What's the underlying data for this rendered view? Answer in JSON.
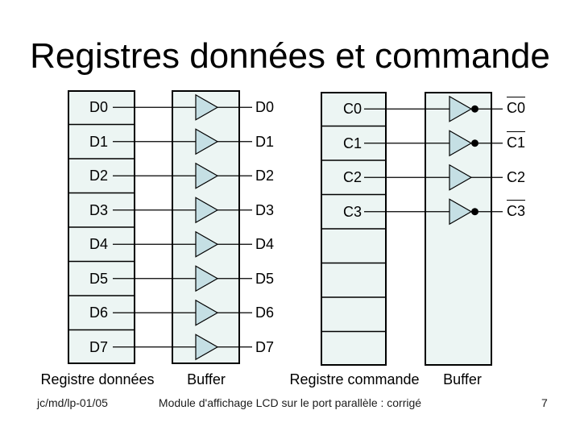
{
  "title": "Registres données et commande",
  "colors": {
    "background": "#ffffff",
    "box_fill": "#ecf5f3",
    "triangle_fill": "#c5dfe4",
    "line": "#000000"
  },
  "data_register": {
    "label": "Registre données",
    "buffer_label": "Buffer",
    "rows": [
      {
        "label": "D0",
        "output": "D0",
        "inverted": false
      },
      {
        "label": "D1",
        "output": "D1",
        "inverted": false
      },
      {
        "label": "D2",
        "output": "D2",
        "inverted": false
      },
      {
        "label": "D3",
        "output": "D3",
        "inverted": false
      },
      {
        "label": "D4",
        "output": "D4",
        "inverted": false
      },
      {
        "label": "D5",
        "output": "D5",
        "inverted": false
      },
      {
        "label": "D6",
        "output": "D6",
        "inverted": false
      },
      {
        "label": "D7",
        "output": "D7",
        "inverted": false
      }
    ]
  },
  "command_register": {
    "label": "Registre commande",
    "buffer_label": "Buffer",
    "rows": [
      {
        "label": "C0",
        "output": "C0",
        "inverted": true
      },
      {
        "label": "C1",
        "output": "C1",
        "inverted": true
      },
      {
        "label": "C2",
        "output": "C2",
        "inverted": false
      },
      {
        "label": "C3",
        "output": "C3",
        "inverted": true
      },
      {
        "label": "",
        "output": "",
        "inverted": false
      },
      {
        "label": "",
        "output": "",
        "inverted": false
      },
      {
        "label": "",
        "output": "",
        "inverted": false
      },
      {
        "label": "",
        "output": "",
        "inverted": false
      }
    ]
  },
  "footer": {
    "left": "jc/md/lp-01/05",
    "center": "Module d'affichage LCD sur le port parallèle : corrigé",
    "page": "7"
  }
}
